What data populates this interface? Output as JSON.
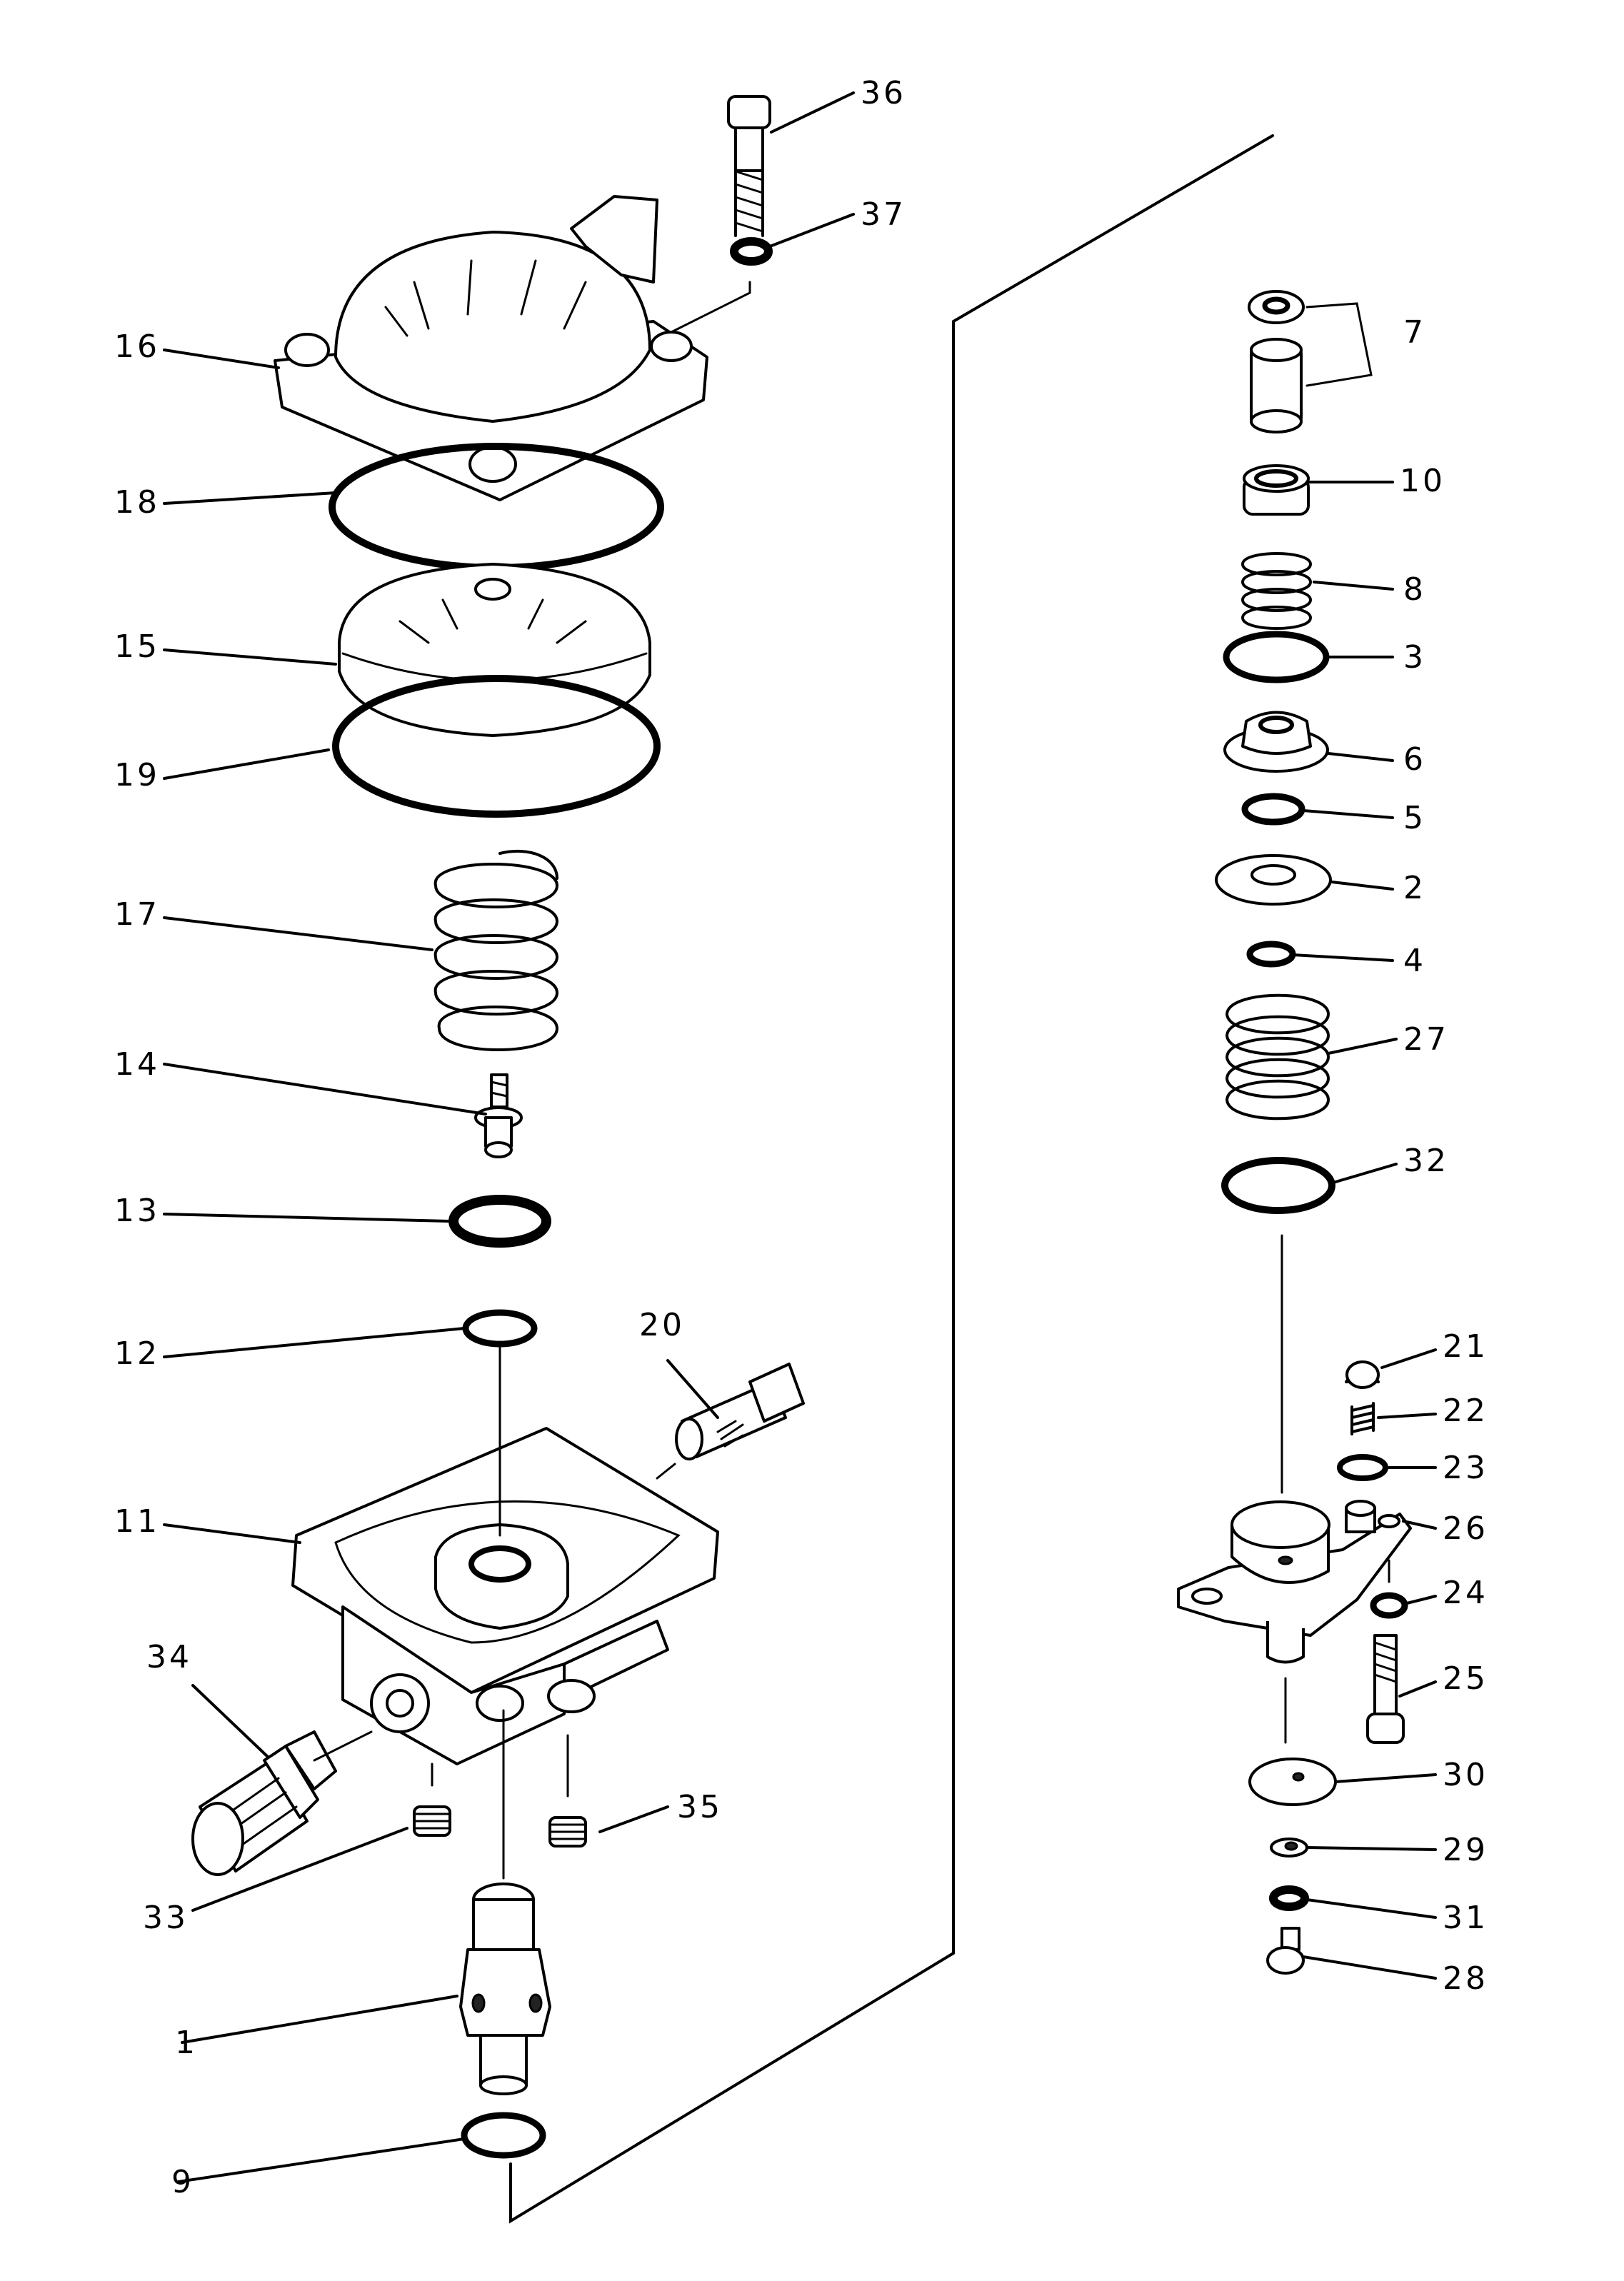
{
  "callouts": [
    {
      "id": "c36",
      "label": "36"
    },
    {
      "id": "c37",
      "label": "37"
    },
    {
      "id": "c16",
      "label": "16"
    },
    {
      "id": "c18",
      "label": "18"
    },
    {
      "id": "c15",
      "label": "15"
    },
    {
      "id": "c19",
      "label": "19"
    },
    {
      "id": "c17",
      "label": "17"
    },
    {
      "id": "c14",
      "label": "14"
    },
    {
      "id": "c13",
      "label": "13"
    },
    {
      "id": "c12",
      "label": "12"
    },
    {
      "id": "c20",
      "label": "20"
    },
    {
      "id": "c11",
      "label": "11"
    },
    {
      "id": "c34",
      "label": "34"
    },
    {
      "id": "c35",
      "label": "35"
    },
    {
      "id": "c33",
      "label": "33"
    },
    {
      "id": "c1",
      "label": "1"
    },
    {
      "id": "c9",
      "label": "9"
    },
    {
      "id": "c7",
      "label": "7"
    },
    {
      "id": "c10",
      "label": "10"
    },
    {
      "id": "c8",
      "label": "8"
    },
    {
      "id": "c3",
      "label": "3"
    },
    {
      "id": "c6",
      "label": "6"
    },
    {
      "id": "c5",
      "label": "5"
    },
    {
      "id": "c2",
      "label": "2"
    },
    {
      "id": "c4",
      "label": "4"
    },
    {
      "id": "c27",
      "label": "27"
    },
    {
      "id": "c32",
      "label": "32"
    },
    {
      "id": "c21",
      "label": "21"
    },
    {
      "id": "c22",
      "label": "22"
    },
    {
      "id": "c23",
      "label": "23"
    },
    {
      "id": "c26",
      "label": "26"
    },
    {
      "id": "c24",
      "label": "24"
    },
    {
      "id": "c25",
      "label": "25"
    },
    {
      "id": "c30",
      "label": "30"
    },
    {
      "id": "c29",
      "label": "29"
    },
    {
      "id": "c31",
      "label": "31"
    },
    {
      "id": "c28",
      "label": "28"
    }
  ]
}
